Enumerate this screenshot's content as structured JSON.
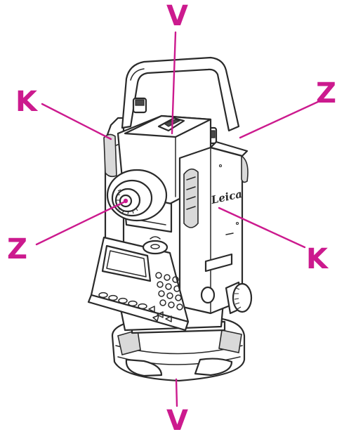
{
  "labels": {
    "v_top": "V",
    "v_bottom": "V",
    "k_left": "K",
    "k_right": "K",
    "z_left": "Z",
    "z_right": "Z"
  },
  "instrument": {
    "brand": "Leica"
  },
  "colors": {
    "axis_accent": "#cc1a8e",
    "outline": "#2a2a2a"
  }
}
